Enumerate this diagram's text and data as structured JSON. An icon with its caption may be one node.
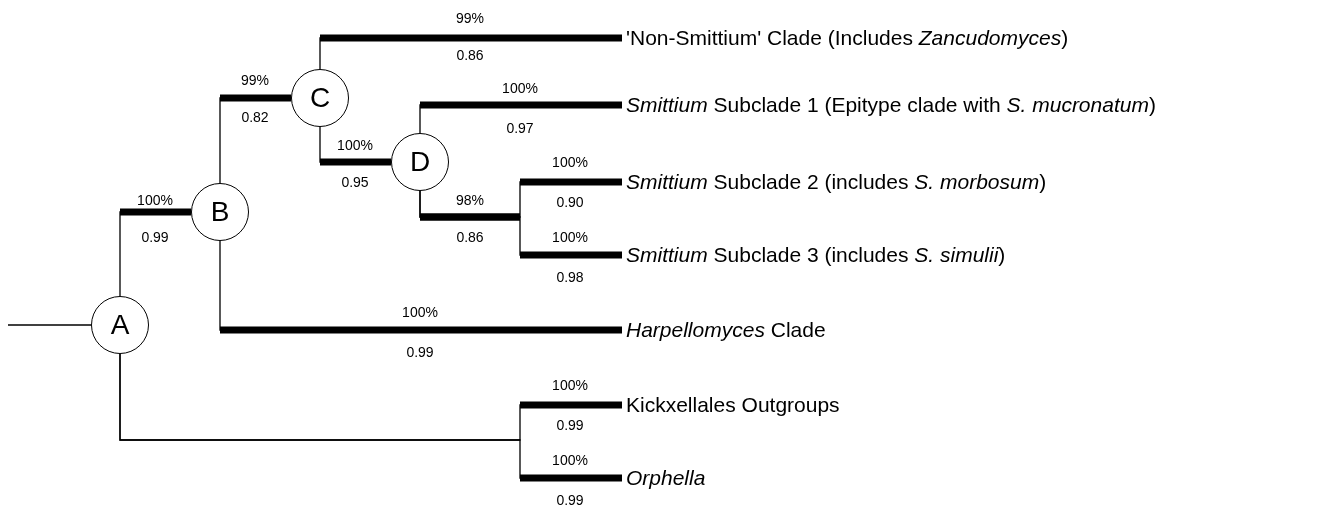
{
  "diagram": {
    "nodes": [
      {
        "text": [
          "A"
        ]
      },
      {
        "text": [
          "B"
        ]
      },
      {
        "text": [
          "C"
        ]
      },
      {
        "text": [
          "D"
        ]
      },
      {
        "text": [
          "'Non-Smittium' Clade (Includes *Zancudomyces*)"
        ]
      },
      {
        "text": [
          "*Smittium* Subclade 1 (Epitype clade with *S. mucronatum*)"
        ]
      },
      {
        "text": [
          "*Smittium* Subclade 2 (includes *S. morbosum*)"
        ]
      },
      {
        "text": [
          "*Smittium* Subclade 3 (includes *S. simulii*)"
        ]
      },
      {
        "text": [
          "*Harpellomyces* Clade"
        ]
      },
      {
        "text": [
          "Kickxellales Outgroups"
        ]
      },
      {
        "text": [
          "*Orphella*"
        ]
      }
    ],
    "edges": [
      {
        "from": null,
        "to": 0,
        "arrow": "none"
      },
      {
        "from": 0,
        "to": 1,
        "arrow": "none"
      },
      {
        "from": 1,
        "to": 2,
        "arrow": "none"
      },
      {
        "from": 2,
        "to": 4,
        "arrow": "none"
      },
      {
        "from": 2,
        "to": 3,
        "arrow": "none"
      },
      {
        "from": 3,
        "to": 5,
        "arrow": "none"
      },
      {
        "from": 3,
        "to": 6,
        "arrow": "none"
      },
      {
        "from": 3,
        "to": 7,
        "arrow": "none"
      },
      {
        "from": 1,
        "to": 8,
        "arrow": "none"
      },
      {
        "from": 0,
        "to": 9,
        "arrow": "none"
      },
      {
        "from": 0,
        "to": 10,
        "arrow": "none"
      }
    ],
    "labels": [
      "99%",
      "0.86",
      "99%",
      "0.82",
      "100%",
      "0.97",
      "100%",
      "0.95",
      "100%",
      "0.90",
      "98%",
      "0.86",
      "100%",
      "0.98",
      "100%",
      "0.99",
      "100%",
      "0.99",
      "100%",
      "0.99",
      "100%",
      "0.99"
    ]
  }
}
